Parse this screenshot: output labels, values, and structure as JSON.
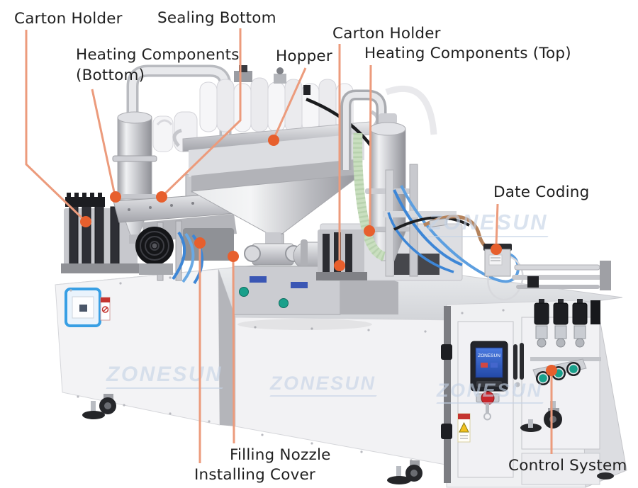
{
  "figure": {
    "description": "Annotated product diagram of an automatic carton filling and sealing machine",
    "watermark_text": "ZONESUN",
    "brand": "ZONESUN"
  },
  "labels": {
    "carton_holder_left": "Carton Holder",
    "sealing_bottom": "Sealing Bottom",
    "heating_components_bottom_line1": "Heating Components",
    "heating_components_bottom_line2": "(Bottom)",
    "hopper": "Hopper",
    "carton_holder_right": "Carton Holder",
    "heating_components_top": "Heating Components (Top)",
    "date_coding": "Date Coding",
    "filling_nozzle": "Filling Nozzle",
    "installing_cover": "Installing Cover",
    "control_system": "Control System"
  },
  "hmi": {
    "screen_brand": "ZONESUN"
  },
  "colors": {
    "background": "#ffffff",
    "label_text": "#1f1f1f",
    "leader_line": "#EC9B7C",
    "leader_dot": "#E75F2D",
    "watermark": "#C5D3E6",
    "window_frame_blue": "#389FE4",
    "hmi_screen_blue": "#2E5FC8",
    "estop_red": "#C9262C",
    "button_green": "#19A08B",
    "tube_blue": "#3D86D6",
    "hose_green": "#C9DFBF",
    "tube_copper": "#B5835C"
  }
}
